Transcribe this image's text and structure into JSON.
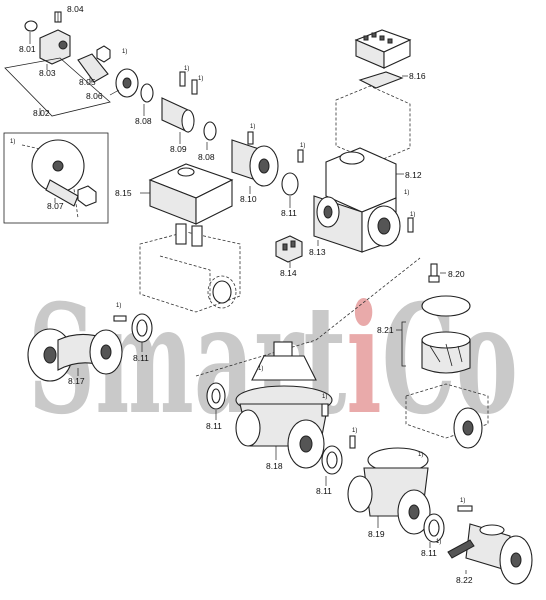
{
  "watermark": {
    "text_left": "Smart",
    "text_accent": "i",
    "text_right": "Co",
    "color": "#c9c9c9",
    "accent_color": "#e9aaaa"
  },
  "note_mark": "1)",
  "labels": {
    "p801": "8.01",
    "p802": "8.02",
    "p803": "8.03",
    "p804": "8.04",
    "p805": "8.05",
    "p806": "8.06",
    "p807": "8.07",
    "p808a": "8.08",
    "p808b": "8.08",
    "p809": "8.09",
    "p810": "8.10",
    "p811a": "8.11",
    "p811b": "8.11",
    "p811c": "8.11",
    "p811d": "8.11",
    "p811e": "8.11",
    "p812": "8.12",
    "p813": "8.13",
    "p814": "8.14",
    "p815": "8.15",
    "p816": "8.16",
    "p817": "8.17",
    "p818": "8.18",
    "p819": "8.19",
    "p820": "8.20",
    "p821": "8.21",
    "p822": "8.22"
  }
}
